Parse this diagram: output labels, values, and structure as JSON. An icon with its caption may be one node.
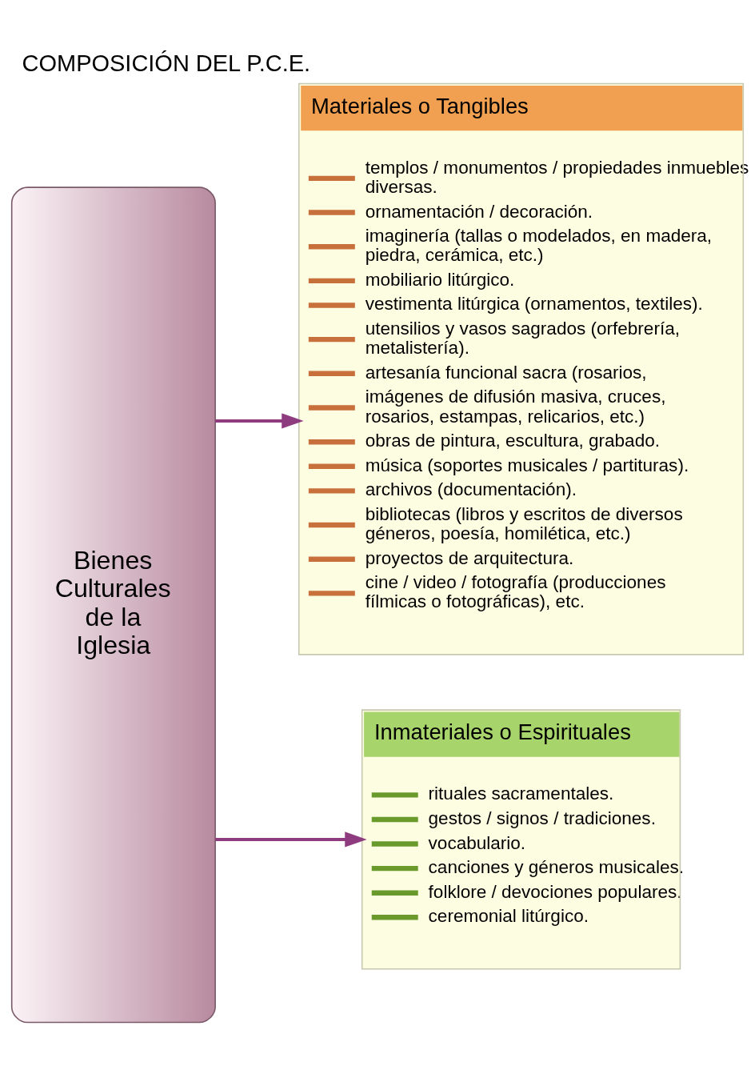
{
  "diagram": {
    "title": "COMPOSICIÓN DEL P.C.E.",
    "nodes": [
      {
        "text": [
          "Bienes Culturales de la Iglesia"
        ]
      },
      {
        "text": [
          "Materiales o Tangibles",
          "templos / monumentos / propiedades inmuebles diversas.",
          "ornamentación / decoración.",
          "imaginería (tallas o modelados, en madera, piedra, cerámica, etc.)",
          "mobiliario litúrgico.",
          "vestimenta litúrgica (ornamentos, textiles).",
          "utensilios y vasos sagrados (orfebrería, metalistería).",
          "artesanía funcional sacra (rosarios,",
          "imágenes de difusión masiva, cruces, rosarios, estampas, relicarios, etc.)",
          "obras de pintura, escultura, grabado.",
          "música (soportes musicales / partituras).",
          "archivos (documentación).",
          "bibliotecas (libros y escritos de diversos géneros, poesía, homilética, etc.)",
          "proyectos de arquitectura.",
          "cine / video / fotografía (producciones fílmicas o fotográficas), etc."
        ]
      },
      {
        "text": [
          "Inmateriales o Espirituales",
          "rituales sacramentales.",
          "gestos / signos / tradiciones.",
          "vocabulario.",
          "canciones y géneros musicales.",
          "folklore / devociones populares.",
          "ceremonial litúrgico."
        ]
      }
    ],
    "edges": [
      {
        "from": 0,
        "to": 1,
        "arrow": "to"
      },
      {
        "from": 0,
        "to": 2,
        "arrow": "to"
      }
    ]
  }
}
